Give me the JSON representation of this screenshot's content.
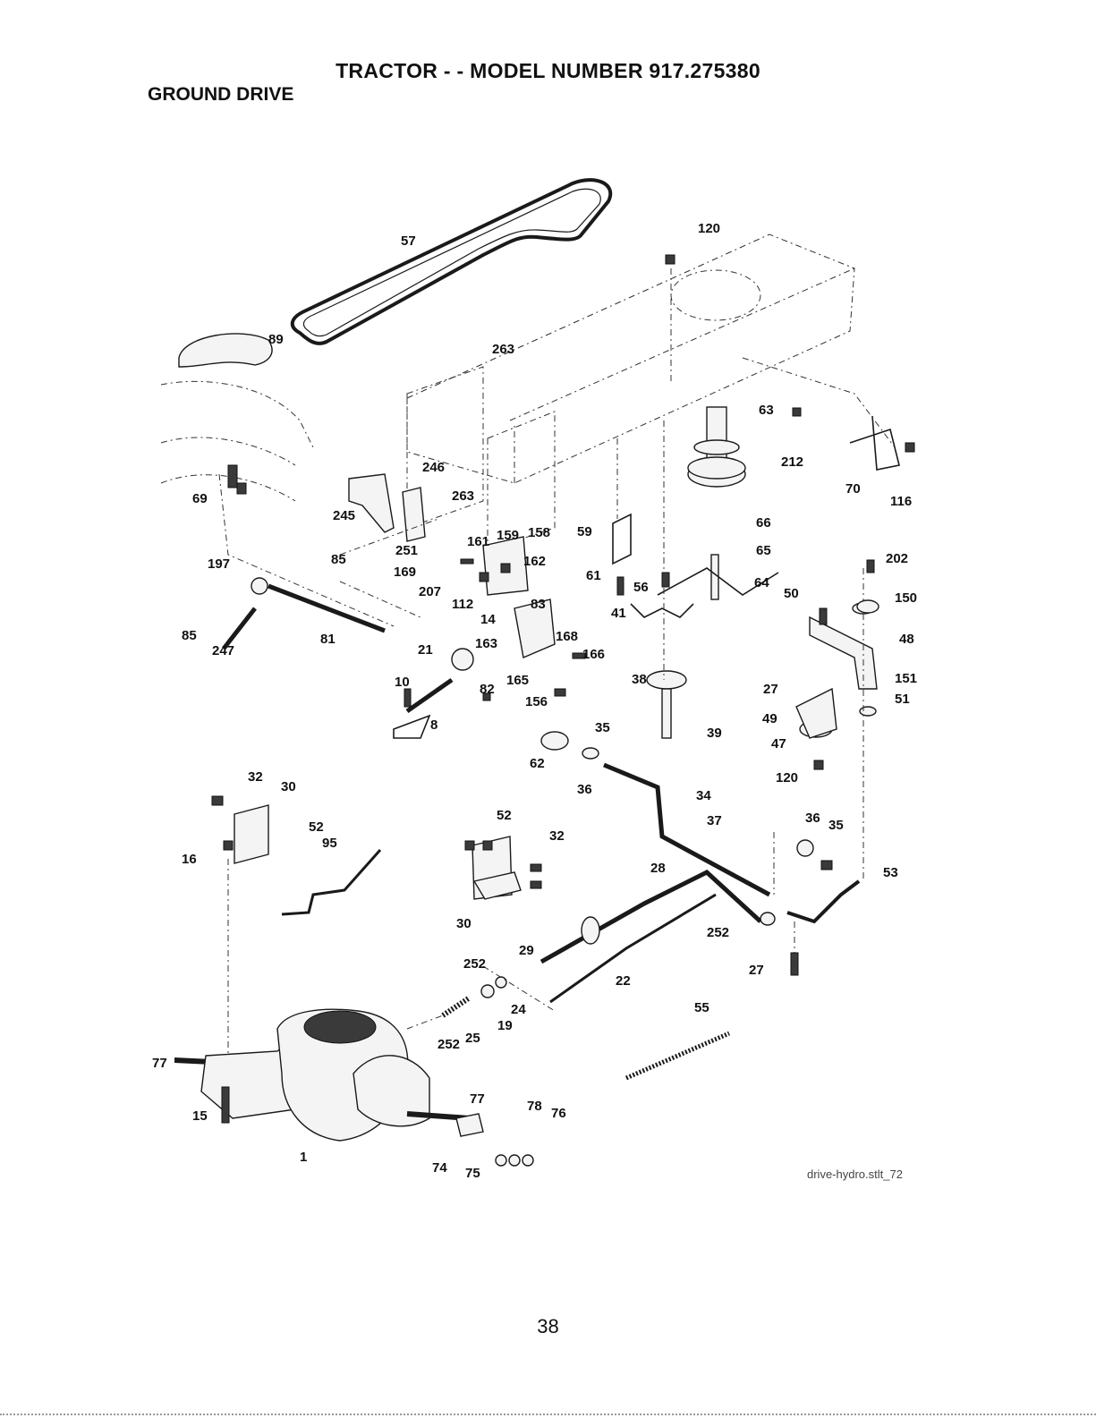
{
  "header": {
    "title": "TRACTOR - - MODEL NUMBER  917.275380",
    "subtitle": "GROUND DRIVE"
  },
  "diagram": {
    "callouts": [
      "57",
      "120",
      "89",
      "263",
      "63",
      "212",
      "70",
      "116",
      "246",
      "263",
      "245",
      "69",
      "66",
      "65",
      "59",
      "161",
      "159",
      "158",
      "251",
      "85",
      "197",
      "162",
      "202",
      "150",
      "169",
      "207",
      "61",
      "56",
      "64",
      "50",
      "112",
      "83",
      "41",
      "14",
      "85",
      "247",
      "81",
      "163",
      "168",
      "48",
      "21",
      "166",
      "165",
      "156",
      "82",
      "38",
      "151",
      "27",
      "51",
      "10",
      "8",
      "39",
      "49",
      "47",
      "35",
      "62",
      "36",
      "34",
      "120",
      "32",
      "30",
      "52",
      "37",
      "36",
      "35",
      "16",
      "95",
      "52",
      "32",
      "28",
      "53",
      "30",
      "252",
      "29",
      "27",
      "252",
      "22",
      "24",
      "19",
      "55",
      "252",
      "25",
      "77",
      "77",
      "78",
      "76",
      "15",
      "1",
      "74",
      "75"
    ],
    "filename": "drive-hydro.stlt_72"
  },
  "footer": {
    "page_number": "38"
  }
}
